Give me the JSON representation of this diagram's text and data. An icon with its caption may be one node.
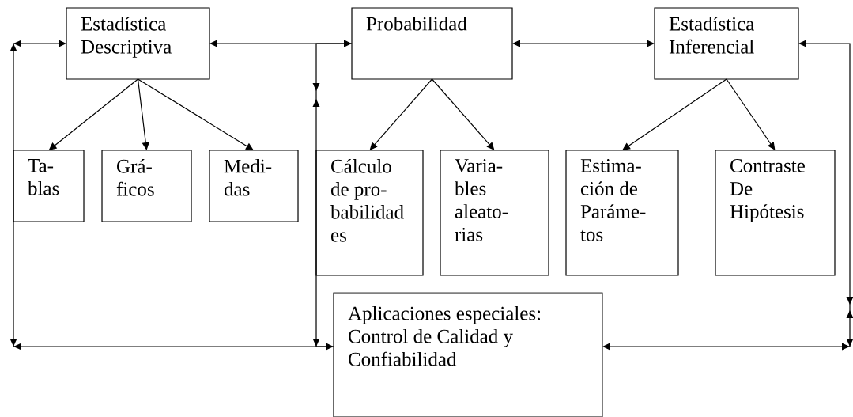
{
  "diagram": {
    "nodes": [
      {
        "text": [
          "Estadística Descriptiva"
        ]
      },
      {
        "text": [
          "Probabilidad"
        ]
      },
      {
        "text": [
          "Estadística Inferencial"
        ]
      },
      {
        "text": [
          "Ta- blas"
        ]
      },
      {
        "text": [
          "Grá- ficos"
        ]
      },
      {
        "text": [
          "Medi- das"
        ]
      },
      {
        "text": [
          "Cálculo de pro- babilidad es"
        ]
      },
      {
        "text": [
          "Varia- bles aleato- rias"
        ]
      },
      {
        "text": [
          "Estima- ción de Paráme- tos"
        ]
      },
      {
        "text": [
          "Contraste De Hipótesis"
        ]
      },
      {
        "text": [
          "Aplicaciones especiales: Control de Calidad y Confiabilidad"
        ]
      }
    ],
    "edges": [
      {
        "from": 0,
        "to": 1,
        "arrow": "both"
      },
      {
        "from": 1,
        "to": 2,
        "arrow": "both"
      },
      {
        "from": 0,
        "to": 3,
        "arrow": "to"
      },
      {
        "from": 0,
        "to": 4,
        "arrow": "to"
      },
      {
        "from": 0,
        "to": 5,
        "arrow": "to"
      },
      {
        "from": 1,
        "to": 6,
        "arrow": "to"
      },
      {
        "from": 1,
        "to": 7,
        "arrow": "to"
      },
      {
        "from": 2,
        "to": 8,
        "arrow": "to"
      },
      {
        "from": 2,
        "to": 9,
        "arrow": "to"
      },
      {
        "from": 10,
        "to": 0,
        "arrow": "to"
      },
      {
        "from": 1,
        "to": 10,
        "arrow": "to"
      },
      {
        "from": 2,
        "to": 10,
        "arrow": "both"
      }
    ]
  }
}
